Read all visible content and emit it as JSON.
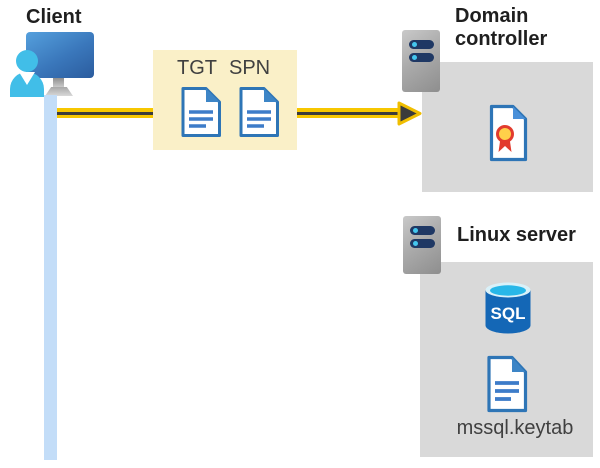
{
  "client": {
    "label": "Client"
  },
  "tickets": {
    "tgt_label": "TGT",
    "spn_label": "SPN"
  },
  "domain_controller": {
    "label": "Domain controller"
  },
  "linux_server": {
    "label": "Linux server",
    "sql_badge": "SQL",
    "keytab_label": "mssql.keytab"
  },
  "colors": {
    "arrow_yellow": "#f7c700",
    "arrowhead_dark": "#3b3b3b",
    "ticket_box_yellow": "#faf0c8",
    "panel_gray": "#d9d9d9",
    "doc_border_blue": "#2e75b6",
    "doc_line_blue": "#3d7cc9",
    "timeline_blue": "#c3ddf8",
    "person_cyan": "#41bee8",
    "monitor_blue": "#2b5c9e",
    "server_bar_navy": "#1f3864",
    "sql_body_blue": "#1467b6",
    "sql_top_cyan": "#28b7e8",
    "seal_red": "#e23b2e",
    "seal_yellow": "#ffd04a"
  }
}
